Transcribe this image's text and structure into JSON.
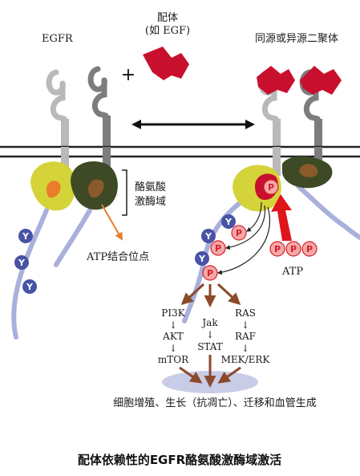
{
  "labels": {
    "egfr": "EGFR",
    "ligand_line1": "配体",
    "ligand_line2": "(如 EGF)",
    "dimer": "同源或异源二聚体",
    "plus": "+",
    "kinase_line1": "酪氨酸",
    "kinase_line2": "激酶域",
    "atp_site": "ATP结合位点",
    "atp": "ATP",
    "y": "Y",
    "p": "P"
  },
  "pathways": [
    {
      "top": "PI3K",
      "mid": "AKT",
      "bottom": "mTOR"
    },
    {
      "top": "Jak",
      "mid": "STAT",
      "bottom": ""
    },
    {
      "top": "RAS",
      "mid": "RAF",
      "bottom": "MEK/ERK"
    }
  ],
  "small_arrow": "↓",
  "outcome": "细胞增殖、生长（抗凋亡）、迁移和血管生成",
  "caption": "配体依赖性的EGFR酪氨酸激酶域激活",
  "colors": {
    "ligand": "#c8102e",
    "kinase_light": "#d4d43a",
    "kinase_dark": "#3d4a25",
    "tail": "#a9b0dc",
    "tyrosine": "#4753a5",
    "phospho": "#f4a8a8",
    "atp_site": "#e97d2b"
  }
}
